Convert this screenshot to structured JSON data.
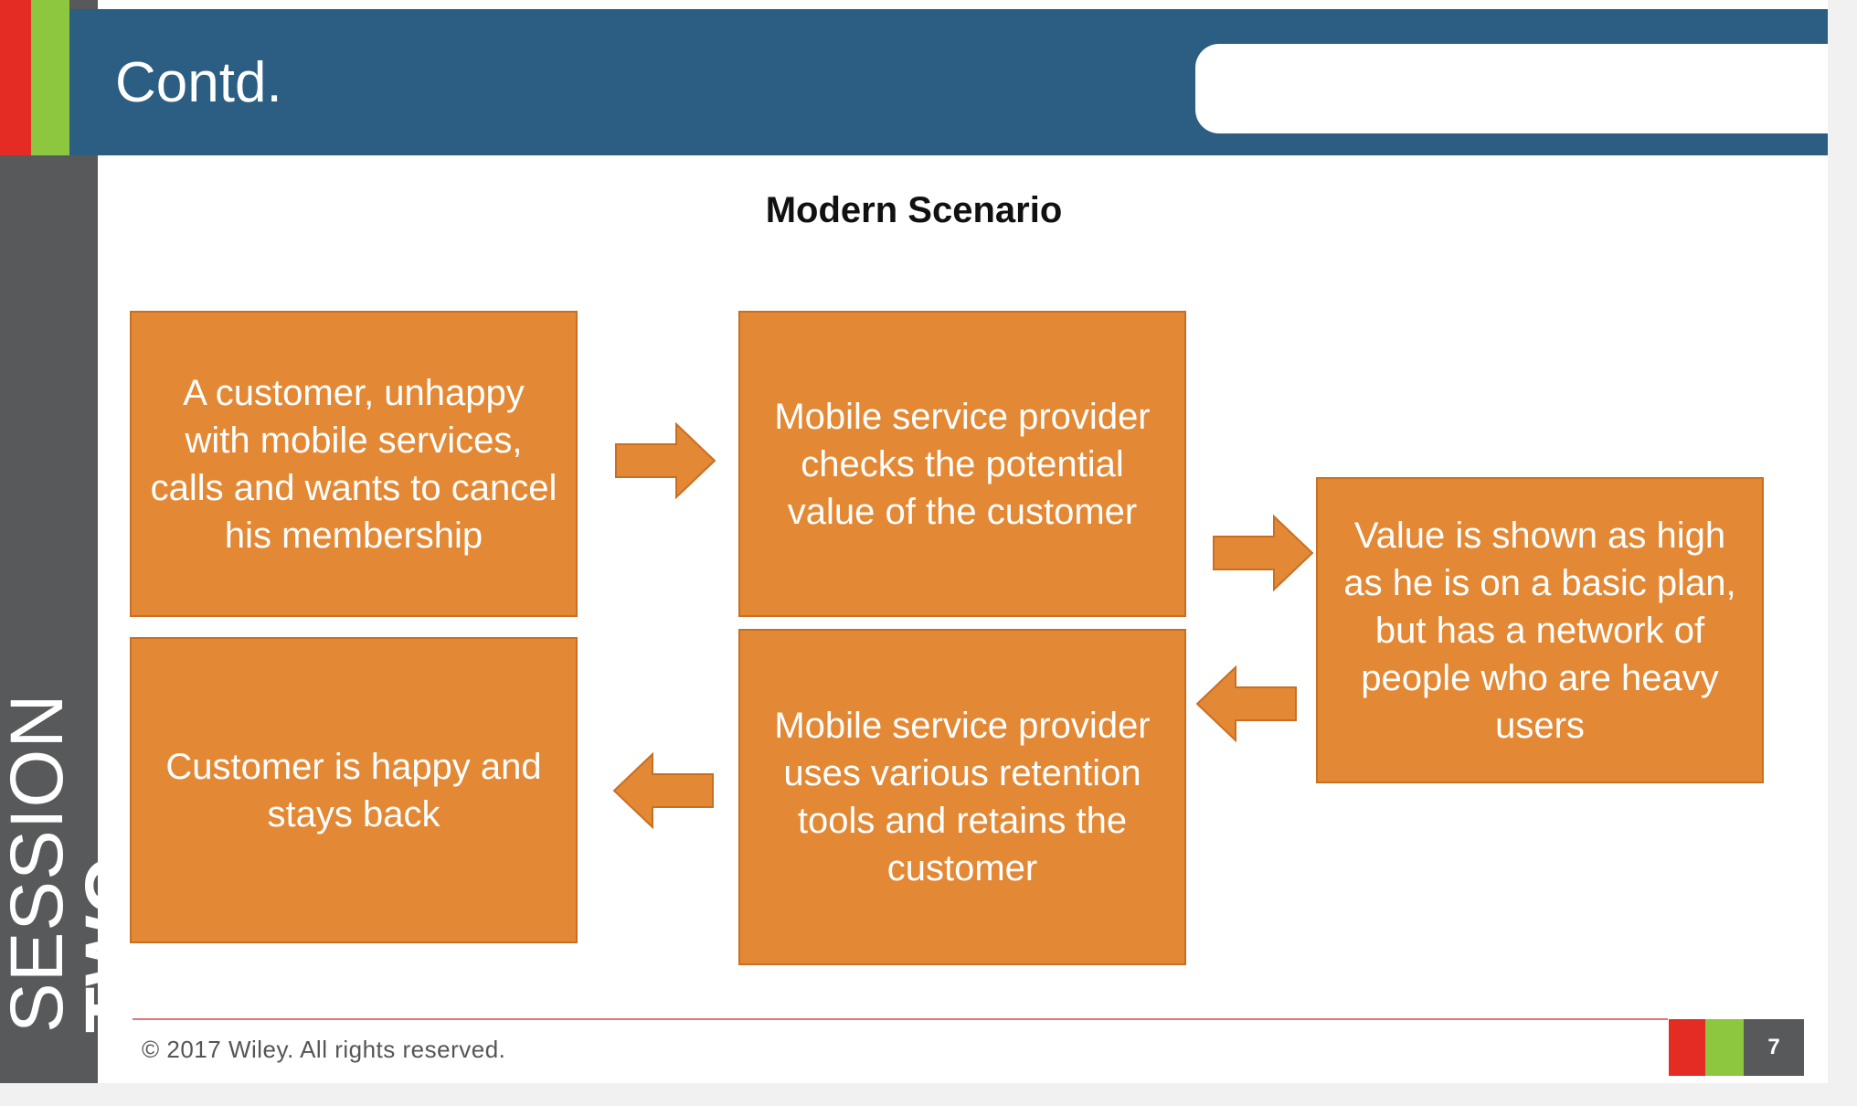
{
  "header": {
    "title": "Contd."
  },
  "sidebar": {
    "line1": "SESSION",
    "line2": "TWO"
  },
  "diagram": {
    "title": "Modern Scenario",
    "boxes": [
      "A customer, unhappy with mobile services, calls and wants to cancel his membership",
      "Mobile service provider checks the potential value of the customer",
      "Value is shown as high as he is on a basic plan, but has a network of people who are heavy users",
      "Mobile service provider uses various retention tools and retains the customer",
      "Customer is happy and stays back"
    ]
  },
  "footer": {
    "copyright": "© 2017 Wiley.  All rights reserved.",
    "page_number": "7"
  },
  "colors": {
    "header_blue": "#2b5e82",
    "box_orange": "#e38835",
    "accent_red": "#e42b24",
    "accent_green": "#8dc63f",
    "sidebar_gray": "#58595b"
  }
}
